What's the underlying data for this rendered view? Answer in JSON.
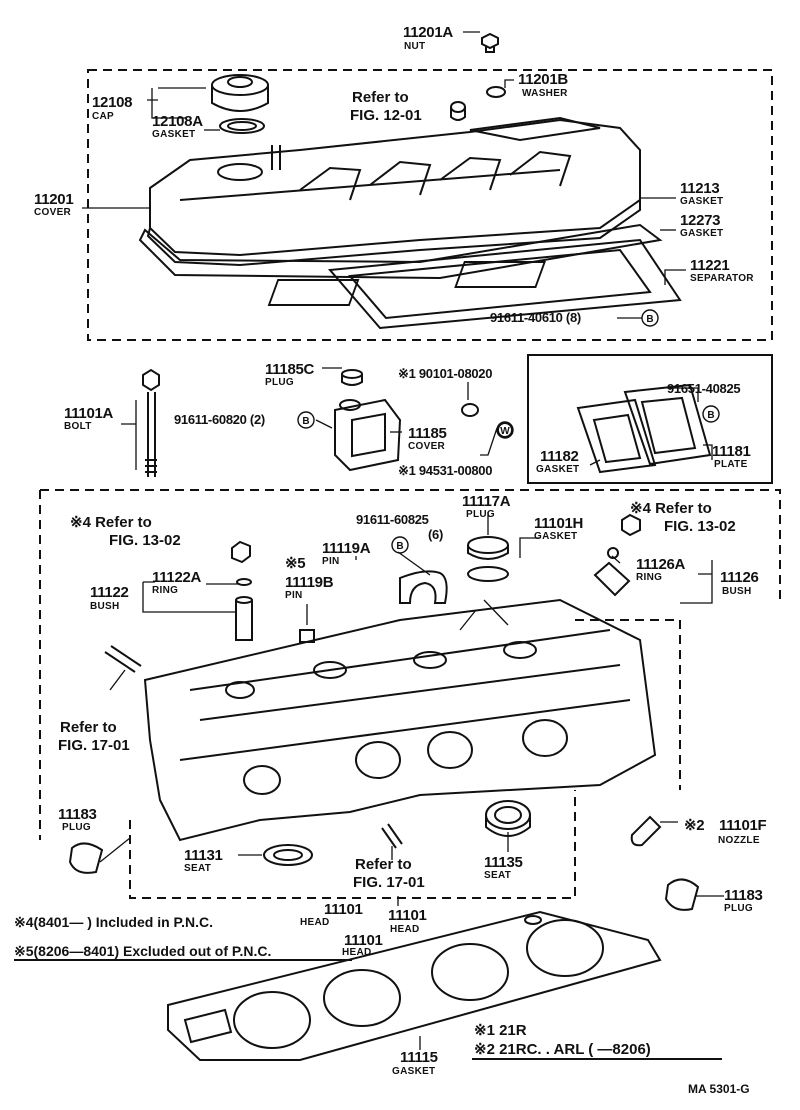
{
  "parts": {
    "p11201A": {
      "num": "11201A",
      "name": "NUT"
    },
    "p11201B": {
      "num": "11201B",
      "name": "WASHER"
    },
    "p12108": {
      "num": "12108",
      "name": "CAP"
    },
    "p12108A": {
      "num": "12108A",
      "name": "GASKET"
    },
    "p11201": {
      "num": "11201",
      "name": "COVER"
    },
    "p11213": {
      "num": "11213",
      "name": "GASKET"
    },
    "p12273": {
      "num": "12273",
      "name": "GASKET"
    },
    "p11221": {
      "num": "11221",
      "name": "SEPARATOR"
    },
    "p91611_40610": {
      "num": "91611-40610 (8)"
    },
    "p11185C": {
      "num": "11185C",
      "name": "PLUG"
    },
    "p90101": {
      "num": "※1 90101-08020"
    },
    "p11101A": {
      "num": "11101A",
      "name": "BOLT"
    },
    "p91611_60820": {
      "num": "91611-60820 (2)"
    },
    "p11185": {
      "num": "11185",
      "name": "COVER"
    },
    "p94531": {
      "num": "※1 94531-00800"
    },
    "p91651": {
      "num": "91651-40825"
    },
    "p11182": {
      "num": "11182",
      "name": "GASKET"
    },
    "p11181": {
      "num": "11181",
      "name": "PLATE"
    },
    "p11117A": {
      "num": "11117A",
      "name": "PLUG"
    },
    "p91611_60825": {
      "num": "91611-60825",
      "qty": "(6)"
    },
    "p11101H": {
      "num": "11101H",
      "name": "GASKET"
    },
    "p11119A": {
      "num": "11119A",
      "name": "PIN"
    },
    "p11119B": {
      "num": "11119B",
      "name": "PIN",
      "mark": "※5"
    },
    "p11122A": {
      "num": "11122A",
      "name": "RING"
    },
    "p11122": {
      "num": "11122",
      "name": "BUSH"
    },
    "p11126A": {
      "num": "11126A",
      "name": "RING"
    },
    "p11126": {
      "num": "11126",
      "name": "BUSH"
    },
    "p11183L": {
      "num": "11183",
      "name": "PLUG"
    },
    "p11183R": {
      "num": "11183",
      "name": "PLUG"
    },
    "p11131": {
      "num": "11131",
      "name": "SEAT"
    },
    "p11135": {
      "num": "11135",
      "name": "SEAT"
    },
    "p11101F": {
      "num": "11101F",
      "name": "NOZZLE",
      "mark": "※2"
    },
    "p11101": {
      "num": "11101",
      "name": "HEAD"
    },
    "p11115": {
      "num": "11115",
      "name": "GASKET"
    }
  },
  "refs": {
    "r12_01": {
      "line1": "Refer to",
      "line2": "FIG. 12-01"
    },
    "r13_02a": {
      "line1": "※4 Refer to",
      "line2": "FIG. 13-02"
    },
    "r13_02b": {
      "line1": "※4 Refer to",
      "line2": "FIG. 13-02"
    },
    "r17_01a": {
      "line1": "Refer to",
      "line2": "FIG. 17-01"
    },
    "r17_01b": {
      "line1": "Refer to",
      "line2": "FIG. 17-01"
    }
  },
  "notes": {
    "n4": {
      "text": "※4(8401—      ) Included in P.N.C.",
      "num": "11101",
      "name": "HEAD"
    },
    "n5": {
      "text": "※5(8206—8401) Excluded out of P.N.C.",
      "num": "11101",
      "name": "HEAD"
    },
    "m1": "※1 21R",
    "m2": "※2 21RC. . ARL (      —8206)"
  },
  "fig_id": "MA  5301-G",
  "badges": {
    "B": "B",
    "W": "W"
  }
}
